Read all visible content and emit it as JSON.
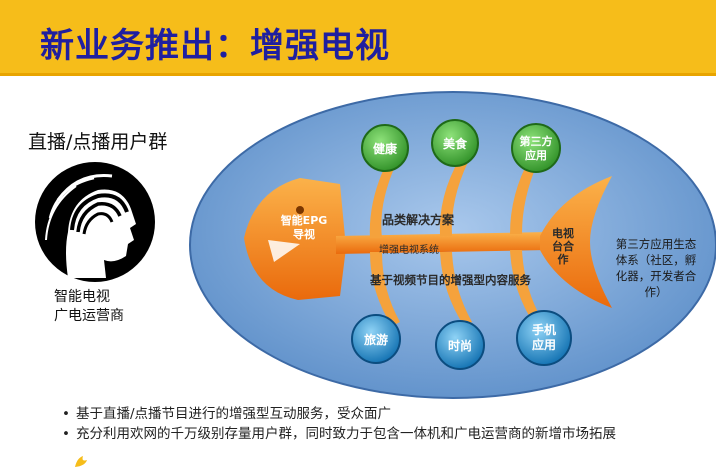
{
  "header": {
    "title": "新业务推出：增强电视",
    "bg_color": "#f6bd1a",
    "title_color": "#1f1fa0"
  },
  "left_panel": {
    "title": "直播/点播用户群",
    "icon": "user-head-icon",
    "captions": [
      "智能电视",
      "广电运营商"
    ]
  },
  "diagram": {
    "ellipse_color": "#7aa7d9",
    "fish_color": "#f07d16",
    "top_circles": [
      "健康",
      "美食",
      "第三方应用"
    ],
    "bottom_circles": [
      "旅游",
      "时尚",
      "手机应用"
    ],
    "head_label": "智能EPG导视",
    "labels": {
      "top_branch": "品类解决方案",
      "spine": "增强电视系统",
      "bottom_branch": "基于视频节目的增强型内容服务",
      "tail_inner": "电视台合作",
      "tail_outer": "第三方应用生态体系（社区，孵化器，开发者合作）"
    }
  },
  "bullets": [
    "基于直播/点播节目进行的增强型互动服务，受众面广",
    "充分利用欢网的千万级别存量用户群，同时致力于包含一体机和广电运营商的新增市场拓展"
  ]
}
